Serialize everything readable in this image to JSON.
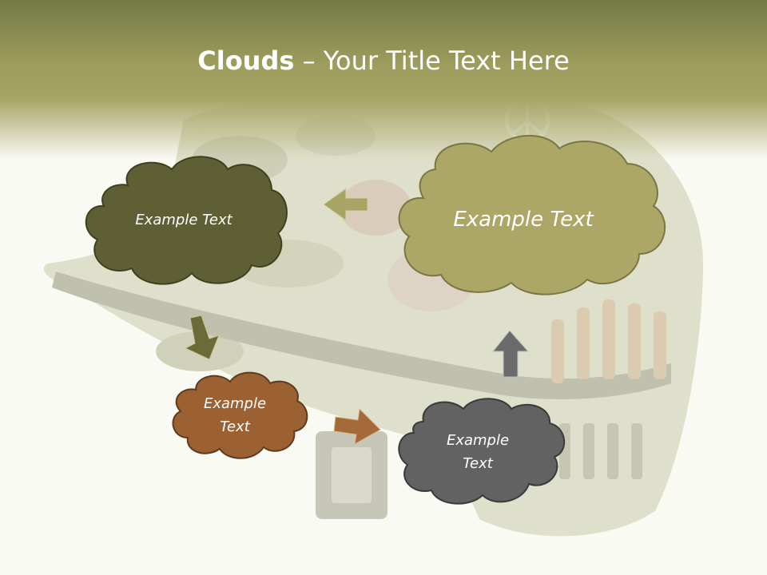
{
  "slide": {
    "title_bold": "Clouds",
    "title_dash": " – ",
    "title_rest": "Your Title Text Here"
  },
  "clouds": {
    "top_left": {
      "text": "Example Text",
      "color": "#5f5f35"
    },
    "top_right": {
      "text": "Example Text",
      "color": "#aca766"
    },
    "mid_left": {
      "line1": "Example",
      "line2": "Text",
      "color": "#9b6133"
    },
    "bottom_right": {
      "line1": "Example",
      "line2": "Text",
      "color": "#626262"
    }
  },
  "arrows": {
    "left_arrow_color": "#a7a566",
    "down_arrow_color": "#6b6b39",
    "right_arrow_color": "#a56a3a",
    "up_arrow_color": "#6b6b6b"
  },
  "colors": {
    "header_dark": "#747a46",
    "header_light": "#a7a566",
    "background": "#fafaf4"
  }
}
